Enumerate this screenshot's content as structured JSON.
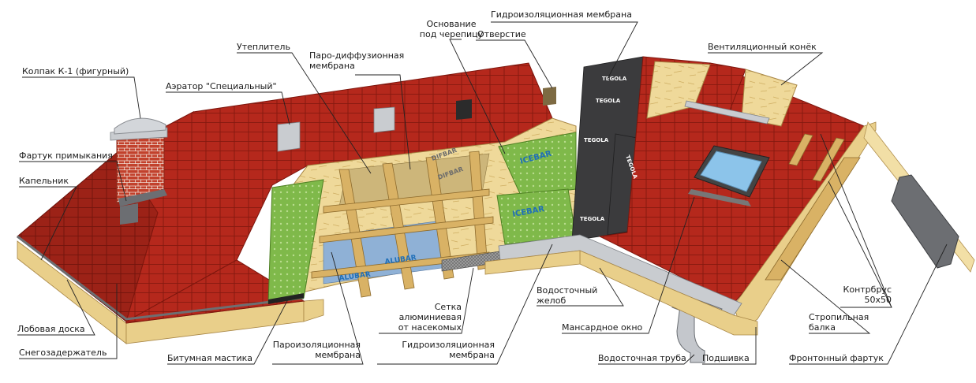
{
  "labels": {
    "cap": "Колпак К-1 (фигурный)",
    "aerator": "Аэратор \"Специальный\"",
    "insulation": "Утеплитель",
    "vapor_diff": "Паро-диффузионная\nмембрана",
    "base": "Основание\nпод черепицу",
    "hole": "Отверстие",
    "waterproof_top": "Гидроизоляционная мембрана",
    "ridge": "Вентиляционный конёк",
    "flashing": "Фартук примыкания",
    "drip": "Капельник",
    "fascia": "Лобовая доска",
    "snow_guard": "Снегозадержатель",
    "bitumen": "Битумная мастика",
    "vapor_barrier": "Пароизоляционная\nмембрана",
    "mesh": "Сетка\nалюминиевая\nот насекомых",
    "waterproof_bottom": "Гидроизоляционная\nмембрана",
    "gutter": "Водосточный\nжелоб",
    "roof_window": "Мансардное окно",
    "downpipe": "Водосточная труба",
    "soffit": "Подшивка",
    "counter_batten": "Контрбрус\n50х50",
    "rafter": "Стропильная\nбалка",
    "gable_flashing": "Фронтонный фартук"
  },
  "product_marks": {
    "tegola": "TEGOLA",
    "icebar": "ICEBAR",
    "difbar": "DIFBAR",
    "alubar": "ALUBAR"
  },
  "colors": {
    "tile": "#b5281c",
    "wood": "#e9cf8a",
    "membrane_green": "#7fb94a",
    "membrane_dark": "#3b3b3d",
    "foil_blue": "#8fb1d6"
  }
}
